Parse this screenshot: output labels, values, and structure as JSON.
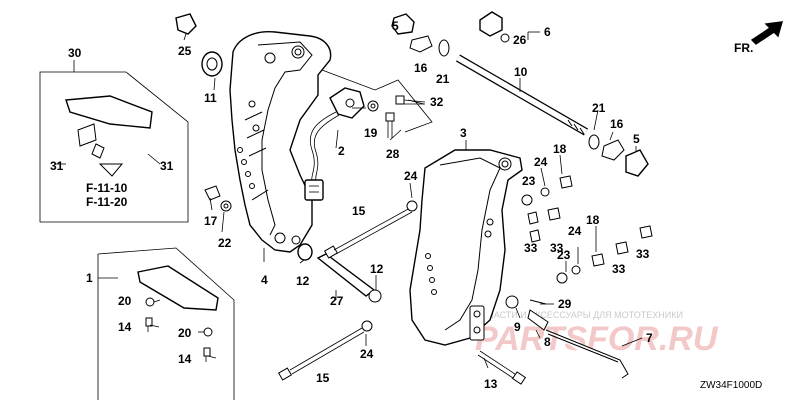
{
  "diagram": {
    "frame_code": "ZW34F1000D",
    "direction_label": "FR.",
    "refs": [
      "F-11-10",
      "F-11-20"
    ],
    "watermark_text": "ЗАПЧАСТИ И АКСЕССУАРЫ ДЛЯ МОТОТЕХНИКИ",
    "watermark_brand": "PARTSFOR.RU",
    "callouts": {
      "c1": "1",
      "c2": "2",
      "c3": "3",
      "c4": "4",
      "c5a": "5",
      "c5b": "5",
      "c6": "6",
      "c7": "7",
      "c8": "8",
      "c9": "9",
      "c10": "10",
      "c11": "11",
      "c12a": "12",
      "c12b": "12",
      "c13": "13",
      "c14a": "14",
      "c14b": "14",
      "c15a": "15",
      "c15b": "15",
      "c16a": "16",
      "c16b": "16",
      "c17": "17",
      "c18a": "18",
      "c18b": "18",
      "c19": "19",
      "c20a": "20",
      "c20b": "20",
      "c21a": "21",
      "c21b": "21",
      "c22": "22",
      "c23a": "23",
      "c23b": "23",
      "c24a": "24",
      "c24b": "24",
      "c24c": "24",
      "c24d": "24",
      "c25": "25",
      "c26": "26",
      "c27": "27",
      "c28": "28",
      "c29": "29",
      "c30": "30",
      "c31a": "31",
      "c31b": "31",
      "c32": "32",
      "c33a": "33",
      "c33b": "33",
      "c33c": "33",
      "c33d": "33"
    }
  }
}
